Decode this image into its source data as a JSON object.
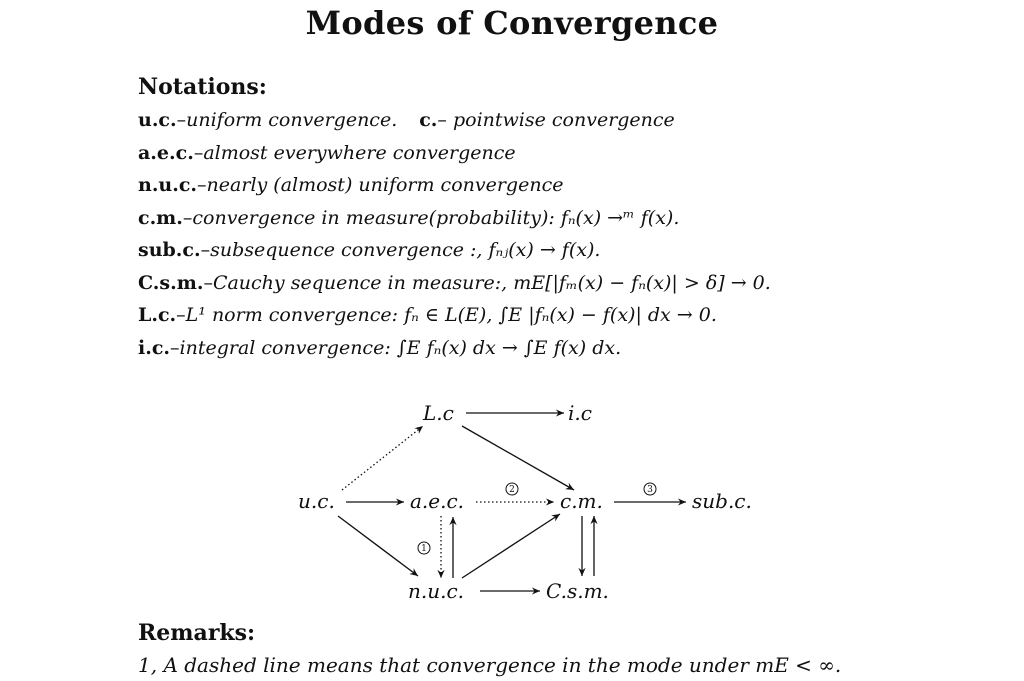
{
  "title": "Modes of Convergence",
  "notations": {
    "heading": "Notations:",
    "rows": [
      {
        "abbr": "u.c.",
        "desc": "uniform convergence.",
        "abbr2": "c.",
        "desc2": "pointwise convergence"
      },
      {
        "abbr": "a.e.c.",
        "desc": "almost everywhere convergence"
      },
      {
        "abbr": "n.u.c.",
        "desc": "nearly (almost) uniform convergence"
      },
      {
        "abbr": "c.m.",
        "desc": "convergence in measure(probability):",
        "math": "fₙ(x) →ᵐ f(x)."
      },
      {
        "abbr": "sub.c.",
        "desc": "subsequence convergence :,",
        "math": "fₙⱼ(x) → f(x)."
      },
      {
        "abbr": "C.s.m.",
        "desc": "Cauchy sequence in measure:,",
        "math": "mE[|fₘ(x) − fₙ(x)| > δ] → 0."
      },
      {
        "abbr": "L.c.",
        "desc": "L¹ norm convergence:",
        "math": "fₙ ∈ L(E), ∫E |fₙ(x) − f(x)| dx → 0."
      },
      {
        "abbr": "i.c.",
        "desc": "integral convergence:",
        "math": "∫E fₙ(x) dx → ∫E f(x) dx."
      }
    ],
    "separator": "–",
    "separator2": "–"
  },
  "diagram": {
    "nodes": {
      "lc": "L.c",
      "ic": "i.c",
      "uc": "u.c.",
      "aec": "a.e.c.",
      "cm": "c.m.",
      "subc": "sub.c.",
      "nuc": "n.u.c.",
      "csm": "C.s.m."
    },
    "markers": {
      "m1": "1",
      "m2": "2",
      "m3": "3"
    }
  },
  "remarks": {
    "heading": "Remarks:",
    "lines": [
      "1, A dashed line means that convergence in the mode under mE < ∞."
    ]
  }
}
